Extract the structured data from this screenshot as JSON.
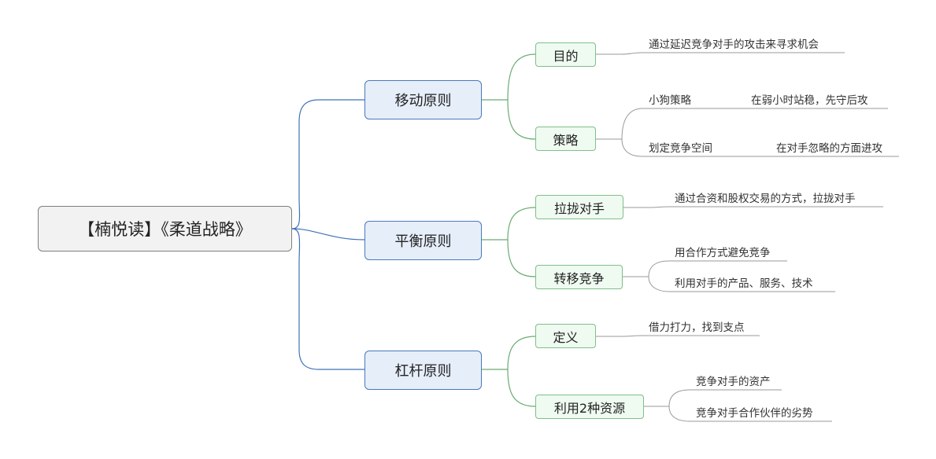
{
  "colors": {
    "primary_line": "#3f73b5",
    "secondary_line": "#6aab73",
    "leaf_line": "#999999"
  },
  "root": {
    "label": "【楠悦读】《柔道战略》"
  },
  "branches": [
    {
      "label": "移动原则",
      "children": [
        {
          "label": "目的",
          "leaves": [
            {
              "text": "通过延迟竞争对手的攻击来寻求机会"
            }
          ]
        },
        {
          "label": "策略",
          "leaves": [
            {
              "text": "小狗策略",
              "sub": "在弱小时站稳，先守后攻"
            },
            {
              "text": "划定竞争空间",
              "sub": "在对手忽略的方面进攻"
            }
          ]
        }
      ]
    },
    {
      "label": "平衡原则",
      "children": [
        {
          "label": "拉拢对手",
          "leaves": [
            {
              "text": "通过合资和股权交易的方式，拉拢对手"
            }
          ]
        },
        {
          "label": "转移竞争",
          "leaves": [
            {
              "text": "用合作方式避免竞争"
            },
            {
              "text": "利用对手的产品、服务、技术"
            }
          ]
        }
      ]
    },
    {
      "label": "杠杆原则",
      "children": [
        {
          "label": "定义",
          "leaves": [
            {
              "text": "借力打力，找到支点"
            }
          ]
        },
        {
          "label": "利用2种资源",
          "leaves": [
            {
              "text": "竞争对手的资产"
            },
            {
              "text": "竞争对手合作伙伴的劣势"
            }
          ]
        }
      ]
    }
  ]
}
